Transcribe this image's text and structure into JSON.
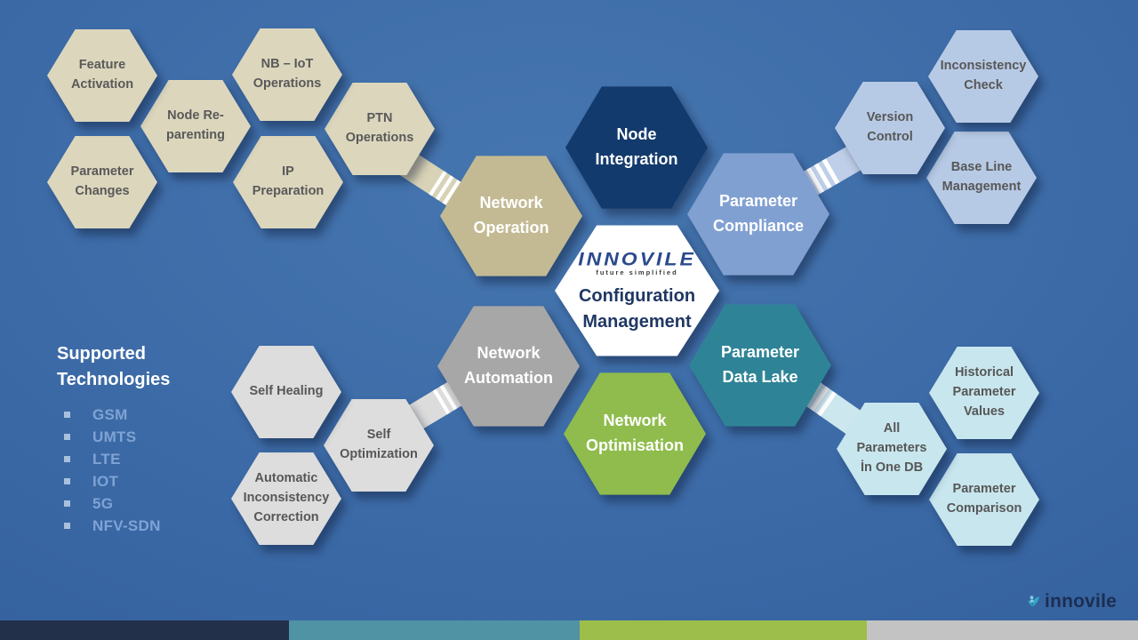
{
  "colors": {
    "background_center": "#4676AF",
    "background_edge": "#2E5B97",
    "tan_light": "#DCD6BD",
    "tan_dark": "#C3BA94",
    "navy": "#123A6D",
    "blue_medium": "#81A0D2",
    "blue_light": "#B7CAE5",
    "gray_medium": "#A7A7A7",
    "gray_light": "#DDDDDD",
    "green": "#8FBC4C",
    "teal": "#2E8496",
    "cyan_light": "#C8E6EE",
    "center_fill": "#FFFFFF",
    "title_navy": "#1F3864",
    "logo_blue": "#2B4A8D",
    "tech_text": "#7FA3D4",
    "footer_logo_teal": "#2FA8C5",
    "footer_logo_navy": "#1C2E52"
  },
  "center": {
    "logo": "INNOVILE",
    "tagline": "future simplified",
    "title": "Configuration Management"
  },
  "cores": [
    {
      "id": "network-operation",
      "label": "Network Operation"
    },
    {
      "id": "network-automation",
      "label": "Network Automation"
    },
    {
      "id": "node-integration",
      "label": "Node Integration"
    },
    {
      "id": "network-optimisation",
      "label": "Network Optimisation"
    },
    {
      "id": "parameter-compliance",
      "label": "Parameter Compliance"
    },
    {
      "id": "parameter-data-lake",
      "label": "Parameter Data Lake"
    }
  ],
  "satellites": [
    {
      "id": "feature-activation",
      "label": "Feature Activation"
    },
    {
      "id": "node-re-parenting",
      "label": "Node Re-parenting"
    },
    {
      "id": "nb-iot-operations",
      "label": "NB – IoT Operations"
    },
    {
      "id": "parameter-changes",
      "label": "Parameter Changes"
    },
    {
      "id": "ip-preparation",
      "label": "IP Preparation"
    },
    {
      "id": "ptn-operations",
      "label": "PTN Operations"
    },
    {
      "id": "self-healing",
      "label": "Self Healing"
    },
    {
      "id": "self-optimization",
      "label": "Self Optimization"
    },
    {
      "id": "automatic-inconsistency-correction",
      "label": "Automatic Inconsistency Correction"
    },
    {
      "id": "version-control",
      "label": "Version Control"
    },
    {
      "id": "inconsistency-check",
      "label": "Inconsistency Check"
    },
    {
      "id": "base-line-management",
      "label": "Base Line Management"
    },
    {
      "id": "all-parameters-in-one-db",
      "label": "All Parameters İn One DB"
    },
    {
      "id": "historical-parameter-values",
      "label": "Historical Parameter Values"
    },
    {
      "id": "parameter-comparison",
      "label": "Parameter Comparison"
    }
  ],
  "supported_technologies": {
    "title": "Supported Technologies",
    "items": [
      "GSM",
      "UMTS",
      "LTE",
      "IOT",
      "5G",
      "NFV-SDN"
    ]
  },
  "footer": {
    "brand": "innovile",
    "bar_colors": [
      "#233049",
      "#4F93A5",
      "#9DBE4A",
      "#C3C3C3"
    ]
  }
}
